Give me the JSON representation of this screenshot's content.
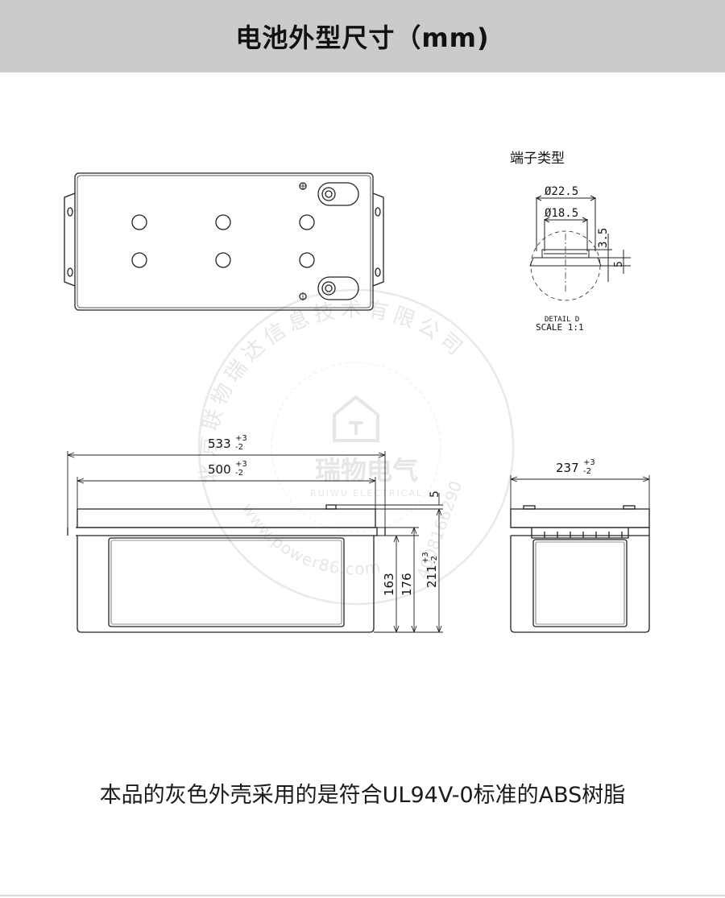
{
  "header": {
    "title": "电池外型尺寸（mm)"
  },
  "terminal": {
    "label": "端子类型",
    "outer_diameter": "Ø22.5",
    "inner_diameter": "Ø18.5",
    "height_dim": "3.5",
    "thread_dim": "5",
    "detail_label": "DETAIL D",
    "scale_label": "SCALE 1:1"
  },
  "dims": {
    "overall_length": "533",
    "overall_length_tol_upper": "+3",
    "overall_length_tol_lower": "-2",
    "body_length": "500",
    "body_length_tol_upper": "+3",
    "body_length_tol_lower": "-2",
    "terminal_height": "5",
    "height_163": "163",
    "height_176": "176",
    "total_height": "211",
    "total_height_tol_upper": "+3",
    "total_height_tol_lower": "-2",
    "width": "237",
    "width_tol_upper": "+3",
    "width_tol_lower": "-2"
  },
  "watermark": {
    "company": "北京联物瑞达信息技术有限公司",
    "brand": "瑞物电气",
    "brand_en": "RUIWU ELECTRICAL",
    "url": "www.power86.com",
    "phone": "4008166290"
  },
  "caption": {
    "text": "本品的灰色外壳采用的是符合UL94V-0标准的ABS树脂"
  }
}
